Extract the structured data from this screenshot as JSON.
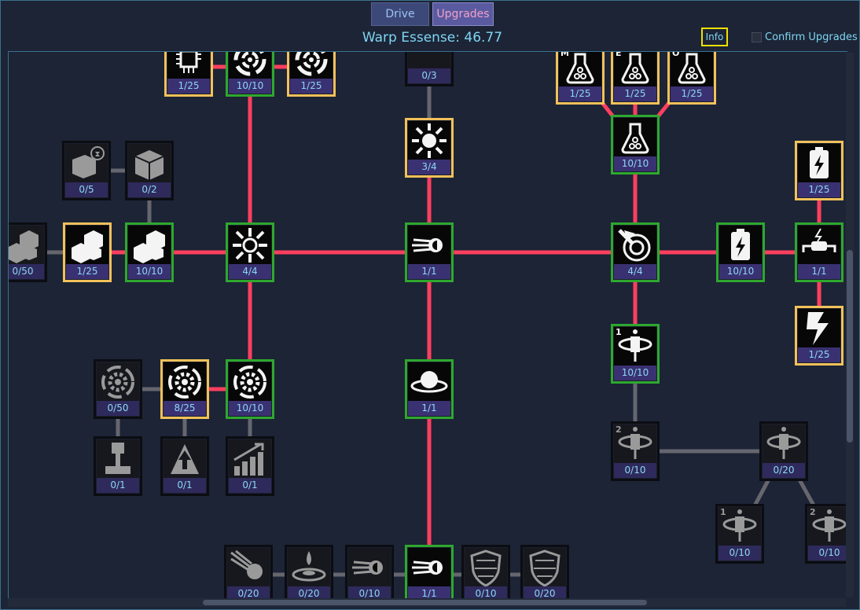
{
  "tabs": {
    "drive": "Drive",
    "upgrades": "Upgrades"
  },
  "currency": {
    "label": "Warp Essense: 46.77"
  },
  "info_label": "Info",
  "confirm_label": "Confirm Upgrades",
  "colors": {
    "owned_border": "#2ea82e",
    "partial_border": "#f2c15a",
    "locked_border": "#0b0d12",
    "path_active": "#ff3f5f",
    "path_locked": "#66666e"
  },
  "nodes": [
    {
      "id": "circuit",
      "icon": "circuit-icon",
      "level": "1/25",
      "state": "partial"
    },
    {
      "id": "vortex-top",
      "icon": "vortex-icon",
      "level": "10/10",
      "state": "owned"
    },
    {
      "id": "vortex-top2",
      "icon": "vortex-icon",
      "level": "1/25",
      "state": "partial"
    },
    {
      "id": "spiral-top",
      "icon": "spiral-icon",
      "level": "0/3",
      "state": "locked"
    },
    {
      "id": "flask-m",
      "icon": "flask-icon",
      "badge": "M",
      "level": "1/25",
      "state": "partial"
    },
    {
      "id": "flask-e",
      "icon": "flask-icon",
      "badge": "E",
      "level": "1/25",
      "state": "partial"
    },
    {
      "id": "flask-o",
      "icon": "flask-icon",
      "badge": "O",
      "level": "1/25",
      "state": "partial"
    },
    {
      "id": "flask-main",
      "icon": "flask-icon",
      "level": "10/10",
      "state": "owned"
    },
    {
      "id": "burst",
      "icon": "burst-icon",
      "level": "3/4",
      "state": "partial"
    },
    {
      "id": "cube-timer",
      "icon": "cube-timer-icon",
      "level": "0/5",
      "state": "locked"
    },
    {
      "id": "cube-big",
      "icon": "cube-icon",
      "level": "0/2",
      "state": "locked"
    },
    {
      "id": "battery-top",
      "icon": "battery-icon",
      "level": "1/25",
      "state": "partial"
    },
    {
      "id": "cubes-left",
      "icon": "cubes-icon",
      "level": "0/50",
      "state": "locked"
    },
    {
      "id": "cubes-1",
      "icon": "cubes-icon",
      "level": "1/25",
      "state": "partial"
    },
    {
      "id": "cubes-2",
      "icon": "cubes-icon",
      "level": "10/10",
      "state": "owned"
    },
    {
      "id": "sunburst",
      "icon": "sunburst-icon",
      "level": "4/4",
      "state": "owned"
    },
    {
      "id": "comet",
      "icon": "comet-icon",
      "level": "1/1",
      "state": "owned"
    },
    {
      "id": "radar",
      "icon": "radar-icon",
      "level": "4/4",
      "state": "owned"
    },
    {
      "id": "battery",
      "icon": "battery-icon",
      "level": "10/10",
      "state": "owned"
    },
    {
      "id": "resistor",
      "icon": "resistor-icon",
      "level": "1/1",
      "state": "owned"
    },
    {
      "id": "lightning",
      "icon": "lightning-icon",
      "level": "1/25",
      "state": "partial"
    },
    {
      "id": "probe-1",
      "icon": "probe-icon",
      "badge": "1",
      "level": "10/10",
      "state": "owned"
    },
    {
      "id": "planet",
      "icon": "planet-icon",
      "level": "1/1",
      "state": "owned"
    },
    {
      "id": "gear-vortex-0",
      "icon": "gear-vortex-icon",
      "level": "0/50",
      "state": "locked"
    },
    {
      "id": "gear-vortex-1",
      "icon": "gear-vortex-icon",
      "level": "8/25",
      "state": "partial"
    },
    {
      "id": "gear-vortex-2",
      "icon": "gear-vortex-icon",
      "level": "10/10",
      "state": "owned"
    },
    {
      "id": "probe-2",
      "icon": "probe-icon",
      "badge": "2",
      "level": "0/10",
      "state": "locked"
    },
    {
      "id": "probe-main",
      "icon": "probe-icon",
      "level": "0/20",
      "state": "locked"
    },
    {
      "id": "joystick",
      "icon": "joystick-icon",
      "level": "0/1",
      "state": "locked"
    },
    {
      "id": "arrow-up",
      "icon": "arrow-up-icon",
      "level": "0/1",
      "state": "locked"
    },
    {
      "id": "chart-up",
      "icon": "chart-up-icon",
      "level": "0/1",
      "state": "locked"
    },
    {
      "id": "probe-1b",
      "icon": "probe-icon",
      "badge": "1",
      "level": "0/10",
      "state": "locked"
    },
    {
      "id": "probe-2b",
      "icon": "probe-icon",
      "badge": "2",
      "level": "0/10",
      "state": "locked"
    },
    {
      "id": "meteor",
      "icon": "meteor-icon",
      "level": "0/20",
      "state": "locked"
    },
    {
      "id": "droplet",
      "icon": "droplet-icon",
      "level": "0/20",
      "state": "locked"
    },
    {
      "id": "comet-b",
      "icon": "comet-icon",
      "level": "0/10",
      "state": "locked"
    },
    {
      "id": "comet-c",
      "icon": "comet-icon",
      "level": "1/1",
      "state": "owned"
    },
    {
      "id": "shield-1",
      "icon": "shield-icon",
      "level": "0/10",
      "state": "locked"
    },
    {
      "id": "shield-2",
      "icon": "shield-icon",
      "level": "0/20",
      "state": "locked"
    }
  ]
}
